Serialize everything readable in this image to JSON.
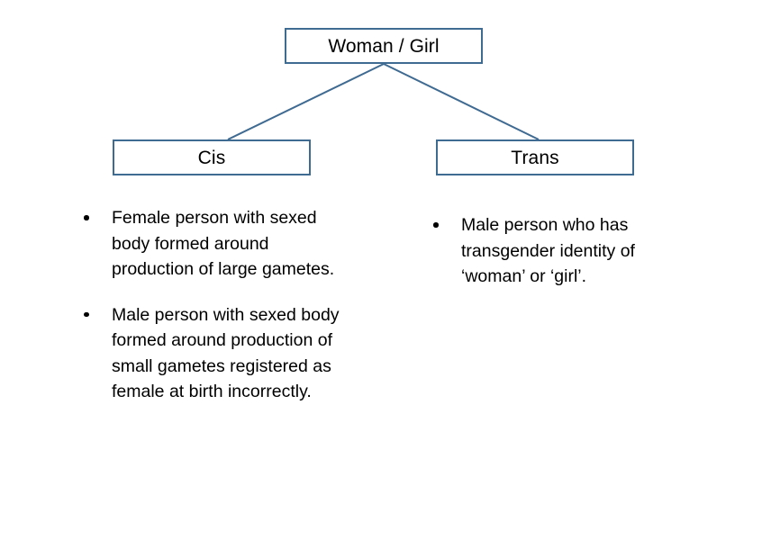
{
  "diagram": {
    "type": "hierarchy-tree",
    "background_color": "#ffffff",
    "node_border_color": "#3f6a91",
    "connector_color": "#3f6a91",
    "text_color": "#000000",
    "nodes": {
      "root": {
        "label": "Woman / Girl"
      },
      "left": {
        "label": "Cis"
      },
      "right": {
        "label": "Trans"
      }
    },
    "branches": [
      {
        "parent_label": "Woman / Girl",
        "node_label": "Cis",
        "bullets": [
          "Female person with sexed body formed around production of large gametes.",
          "Male person with sexed body formed around production of small gametes registered as female at birth incorrectly."
        ]
      },
      {
        "parent_label": "Woman / Girl",
        "node_label": "Trans",
        "bullets": [
          "Male person who has transgender identity of ‘woman’ or ‘girl’."
        ]
      }
    ]
  }
}
